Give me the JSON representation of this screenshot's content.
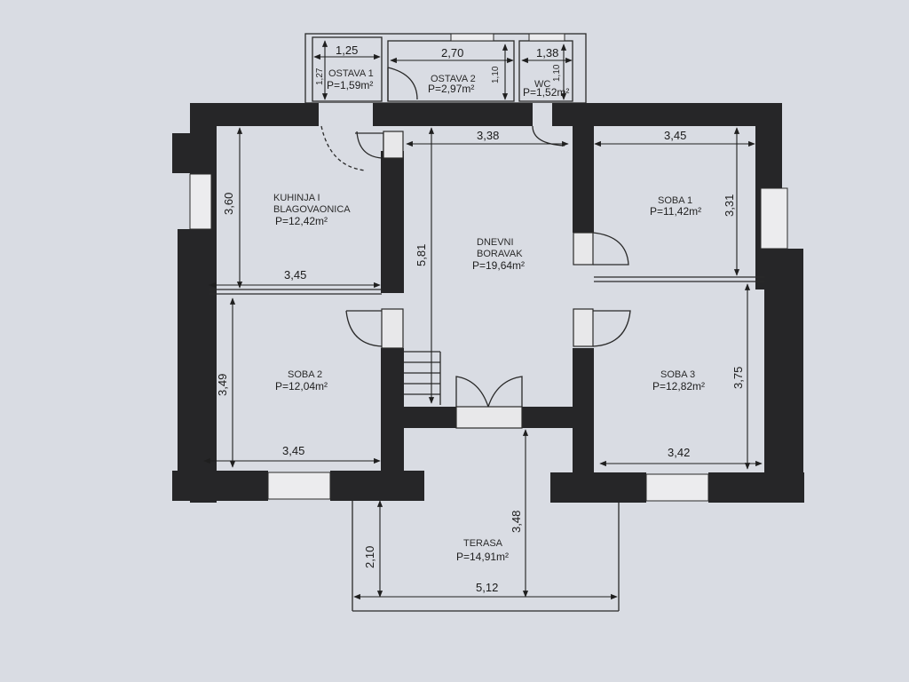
{
  "rooms": {
    "ostava1": {
      "name": "OSTAVA 1",
      "area": "P=1,59m²"
    },
    "ostava2": {
      "name": "OSTAVA 2",
      "area": "P=2,97m²"
    },
    "wc": {
      "name": "WC",
      "area": "P=1,52m²"
    },
    "kuhinja": {
      "name_line1": "KUHINJA I",
      "name_line2": "BLAGOVAONICA",
      "area": "P=12,42m²"
    },
    "dnevni": {
      "name_line1": "DNEVNI",
      "name_line2": "BORAVAK",
      "area": "P=19,64m²"
    },
    "soba1": {
      "name": "SOBA 1",
      "area": "P=11,42m²"
    },
    "soba2": {
      "name": "SOBA 2",
      "area": "P=12,04m²"
    },
    "soba3": {
      "name": "SOBA 3",
      "area": "P=12,82m²"
    },
    "terasa": {
      "name": "TERASA",
      "area": "P=14,91m²"
    }
  },
  "dimensions": {
    "ostava1_width": "1,25",
    "ostava1_height": "1,27",
    "ostava2_width": "2,70",
    "ostava2_height": "1,10",
    "wc_width": "1,38",
    "wc_height": "1,10",
    "kuhinja_height": "3,60",
    "kuhinja_width": "3,45",
    "dnevni_width": "3,38",
    "dnevni_height": "5,81",
    "soba1_width": "3,45",
    "soba1_height": "3,31",
    "soba2_height": "3,49",
    "soba2_width": "3,45",
    "soba3_height": "3,75",
    "soba3_width": "3,42",
    "terasa_depth_left": "2,10",
    "terasa_depth_center": "3,48",
    "terasa_width": "5,12"
  }
}
